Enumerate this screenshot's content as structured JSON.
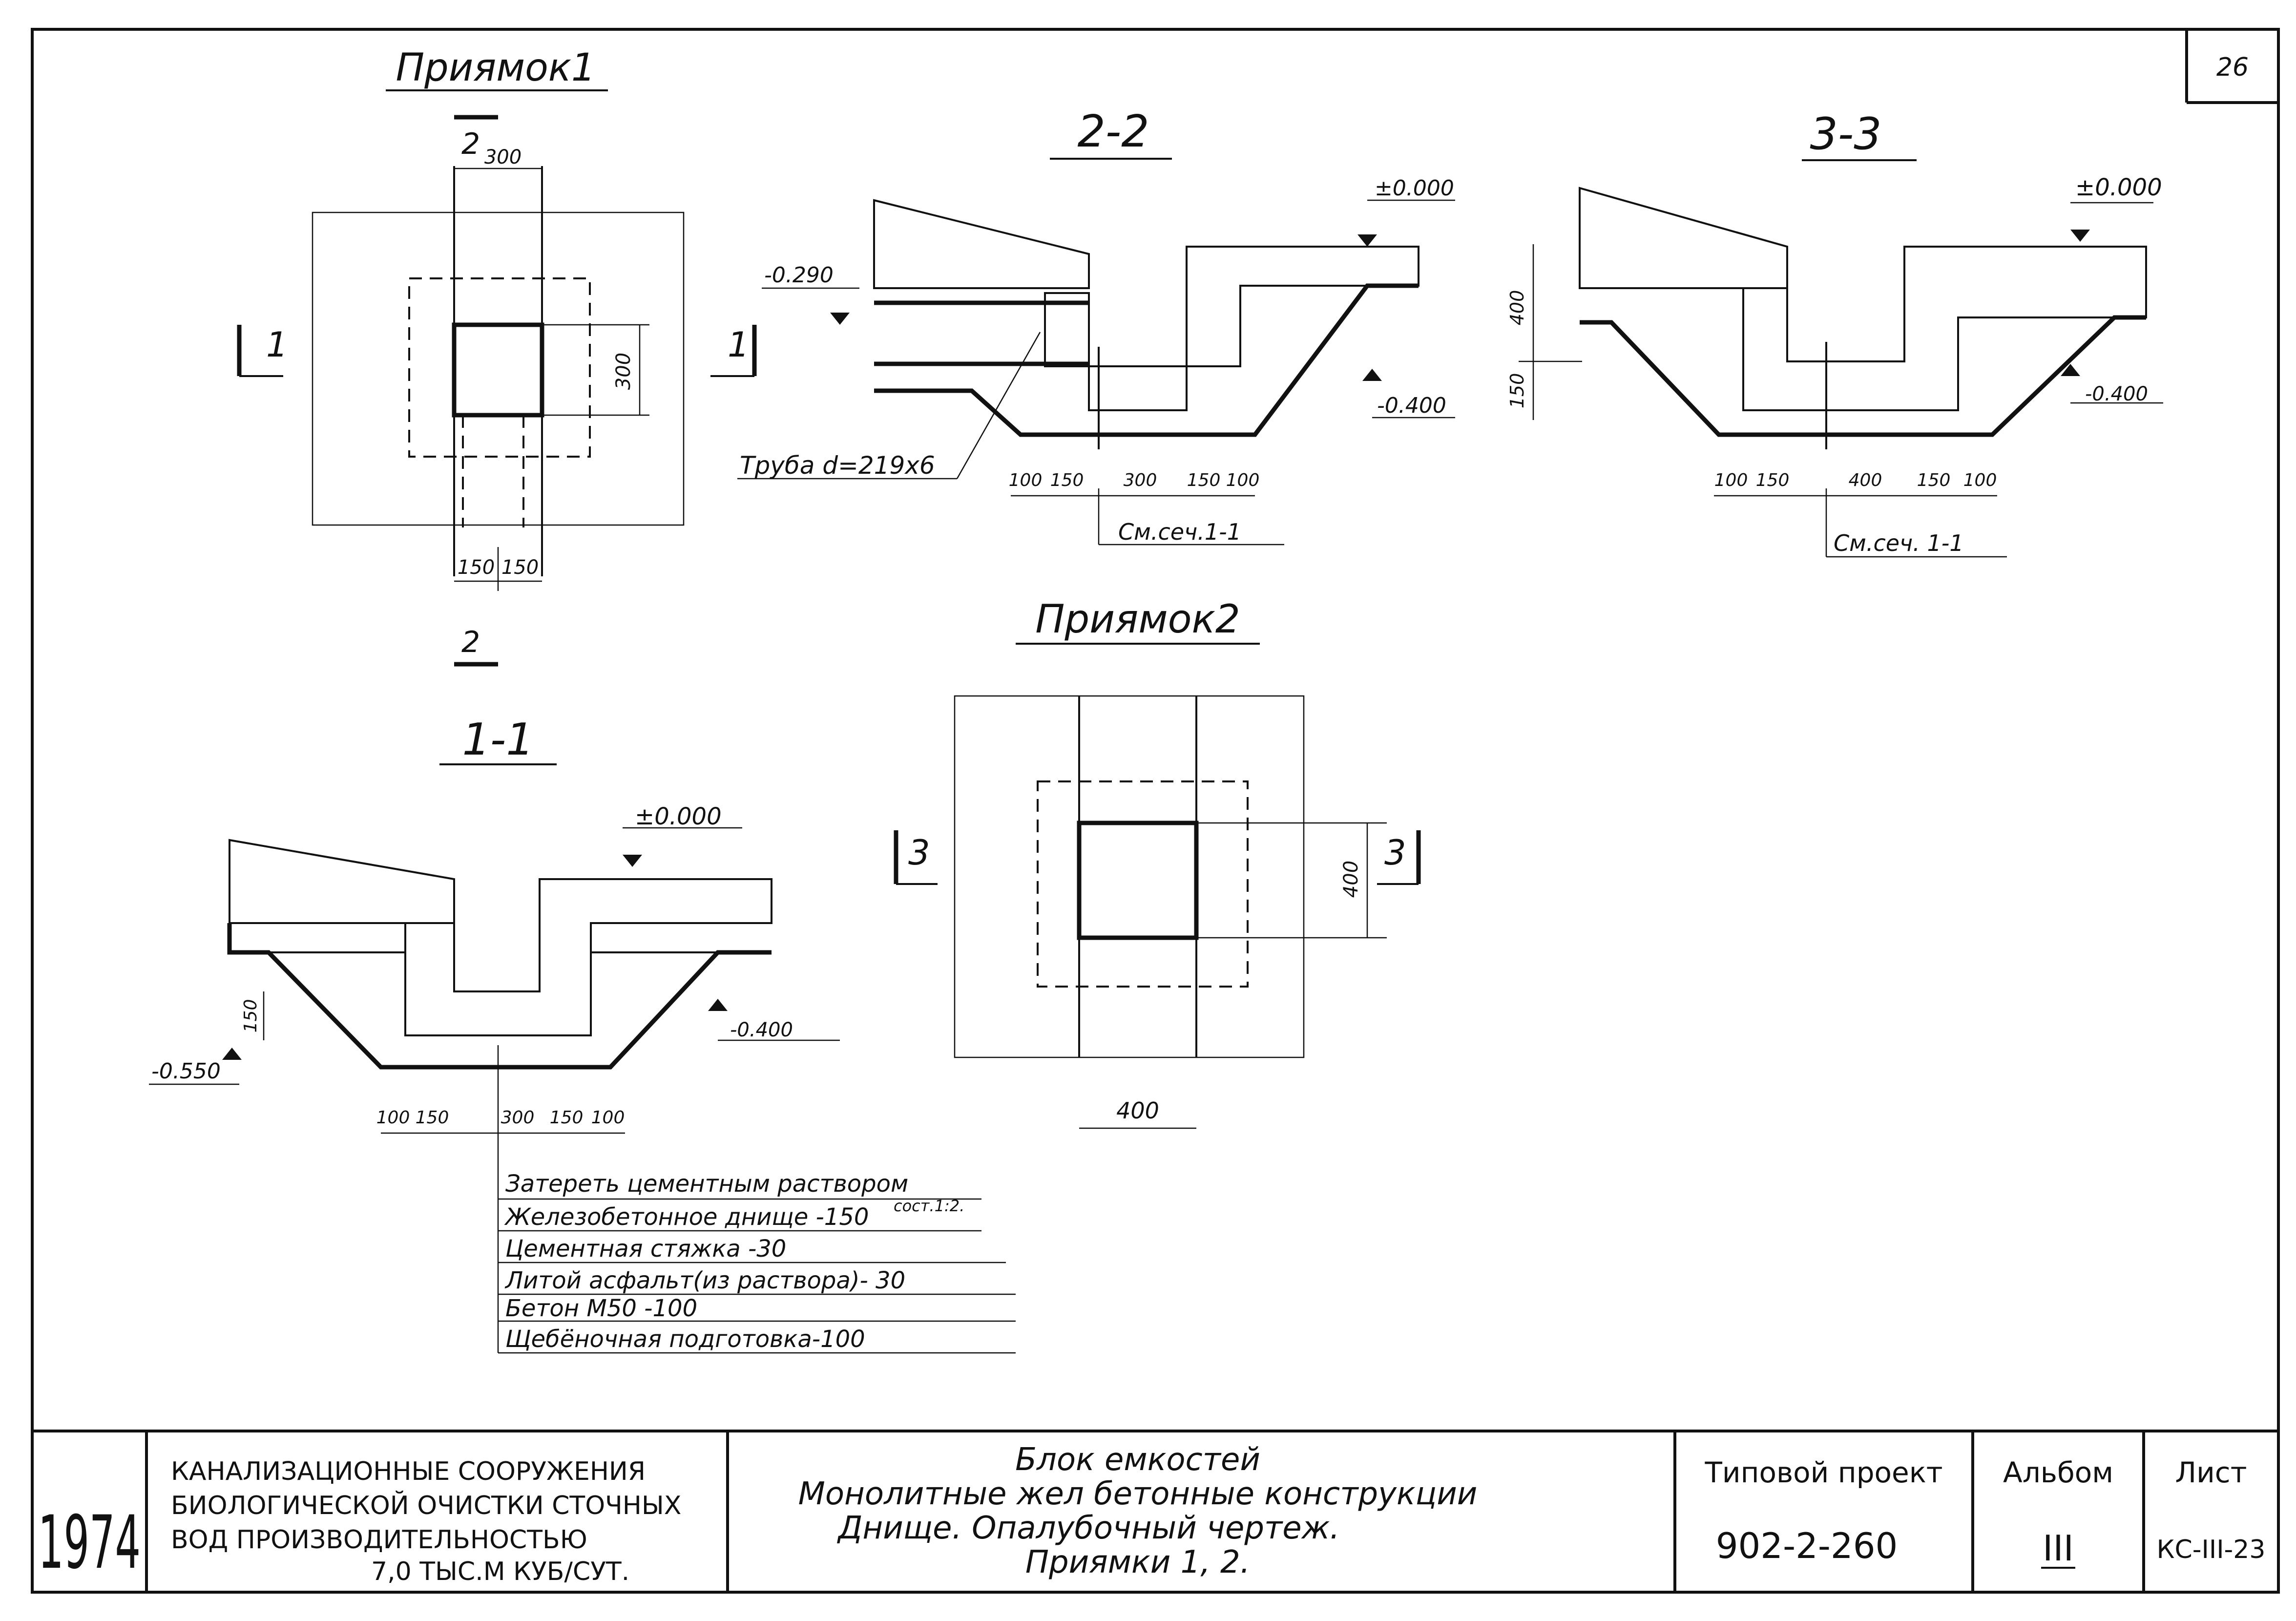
{
  "sheet": {
    "page_number": "26"
  },
  "pit1": {
    "title": "Приямок1",
    "dim_top": "300",
    "dim_side": "300",
    "dim_bottom_left": "150",
    "dim_bottom_right": "150",
    "section_left": "1",
    "section_right": "1",
    "section_top": "2",
    "section_bottom": "2"
  },
  "sec22": {
    "title": "2-2",
    "level_top": "±0.000",
    "level_left": "-0.290",
    "level_right": "-0.400",
    "pipe_label": "Труба d=219x6",
    "dims": [
      "100",
      "150",
      "300",
      "150",
      "100"
    ],
    "ref": "См.сеч.1-1"
  },
  "sec33": {
    "title": "3-3",
    "level_top": "±0.000",
    "level_right": "-0.400",
    "dim_v1": "400",
    "dim_v2": "150",
    "dims": [
      "100",
      "150",
      "400",
      "150",
      "100"
    ],
    "ref": "См.сеч. 1-1"
  },
  "pit2": {
    "title": "Приямок2",
    "dim_side": "400",
    "dim_bottom": "400",
    "section_left": "3",
    "section_right": "3"
  },
  "sec11": {
    "title": "1-1",
    "level_top": "±0.000",
    "level_left": "-0.550",
    "level_right": "-0.400",
    "dim_v": "150",
    "dims": [
      "100",
      "150",
      "300",
      "150",
      "100"
    ]
  },
  "layers": {
    "items": [
      "Затереть цементным раствором",
      "Железобетонное днище -150",
      "Цементная стяжка -30",
      "Литой асфальт(из раствора)- 30",
      "Бетон М50 -100",
      "Щебёночная подготовка-100"
    ],
    "note": "сост.1:2."
  },
  "title_block": {
    "year": "1974",
    "org_line1": "КАНАЛИЗАЦИОННЫЕ   СООРУЖЕНИЯ",
    "org_line2": "БИОЛОГИЧЕСКОЙ ОЧИСТКИ СТОЧНЫХ",
    "org_line3": "ВОД    ПРОИЗВОДИТЕЛЬНОСТЬЮ",
    "org_line4": "7,0 ТЫС.М КУБ/СУТ.",
    "desc_line1": "Блок емкостей",
    "desc_line2": "Монолитные жел бетонные конструкции",
    "desc_line3": "Днище. Опалубочный чертеж.",
    "desc_line4": "Приямки  1, 2.",
    "project_label": "Типовой проект",
    "project_value": "902-2-260",
    "album_label": "Альбом",
    "album_value": "III",
    "sheet_label": "Лист",
    "sheet_value": "КС-III-23"
  }
}
